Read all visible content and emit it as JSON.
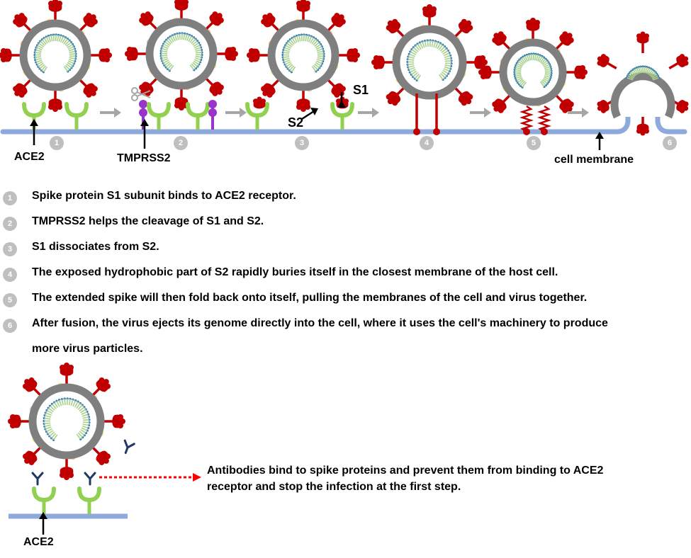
{
  "diagram_labels": {
    "ace2": "ACE2",
    "tmprss2": "TMPRSS2",
    "s1": "S1",
    "s2": "S2",
    "cell_membrane": "cell membrane",
    "ace2_bottom": "ACE2"
  },
  "stage_numbers": [
    "1",
    "2",
    "3",
    "4",
    "5",
    "6"
  ],
  "steps": [
    {
      "num": "1",
      "text": "Spike protein S1 subunit binds to ACE2 receptor."
    },
    {
      "num": "2",
      "text": "TMPRSS2 helps the cleavage of S1 and S2."
    },
    {
      "num": "3",
      "text": "S1 dissociates from S2."
    },
    {
      "num": "4",
      "text": "The exposed hydrophobic part of S2 rapidly buries itself in the closest membrane of the host cell."
    },
    {
      "num": "5",
      "text": "The extended spike will then fold back onto itself, pulling the membranes of the cell and virus together."
    },
    {
      "num": "6",
      "text": "After fusion, the virus ejects its genome directly into the cell, where it uses the cell's machinery to produce"
    }
  ],
  "step6_continuation": "more virus particles.",
  "antibody_text": {
    "line1": "Antibodies bind to spike proteins and prevent them from binding to ACE2",
    "line2": "receptor and stop the infection at the first step."
  },
  "colors": {
    "virus_ring": "#7f7f7f",
    "spike": "#c00000",
    "ace2": "#92d050",
    "tmprss2": "#9933cc",
    "membrane": "#8eaadb",
    "arrow_grey": "#a6a6a6",
    "antibody": "#1f3864",
    "dashed_arrow": "#ff0000",
    "rna_green": "#a9d18e",
    "rna_blue": "#2e75b6",
    "protein_orange": "#f4b183",
    "protein_yellow": "#ffd966"
  }
}
